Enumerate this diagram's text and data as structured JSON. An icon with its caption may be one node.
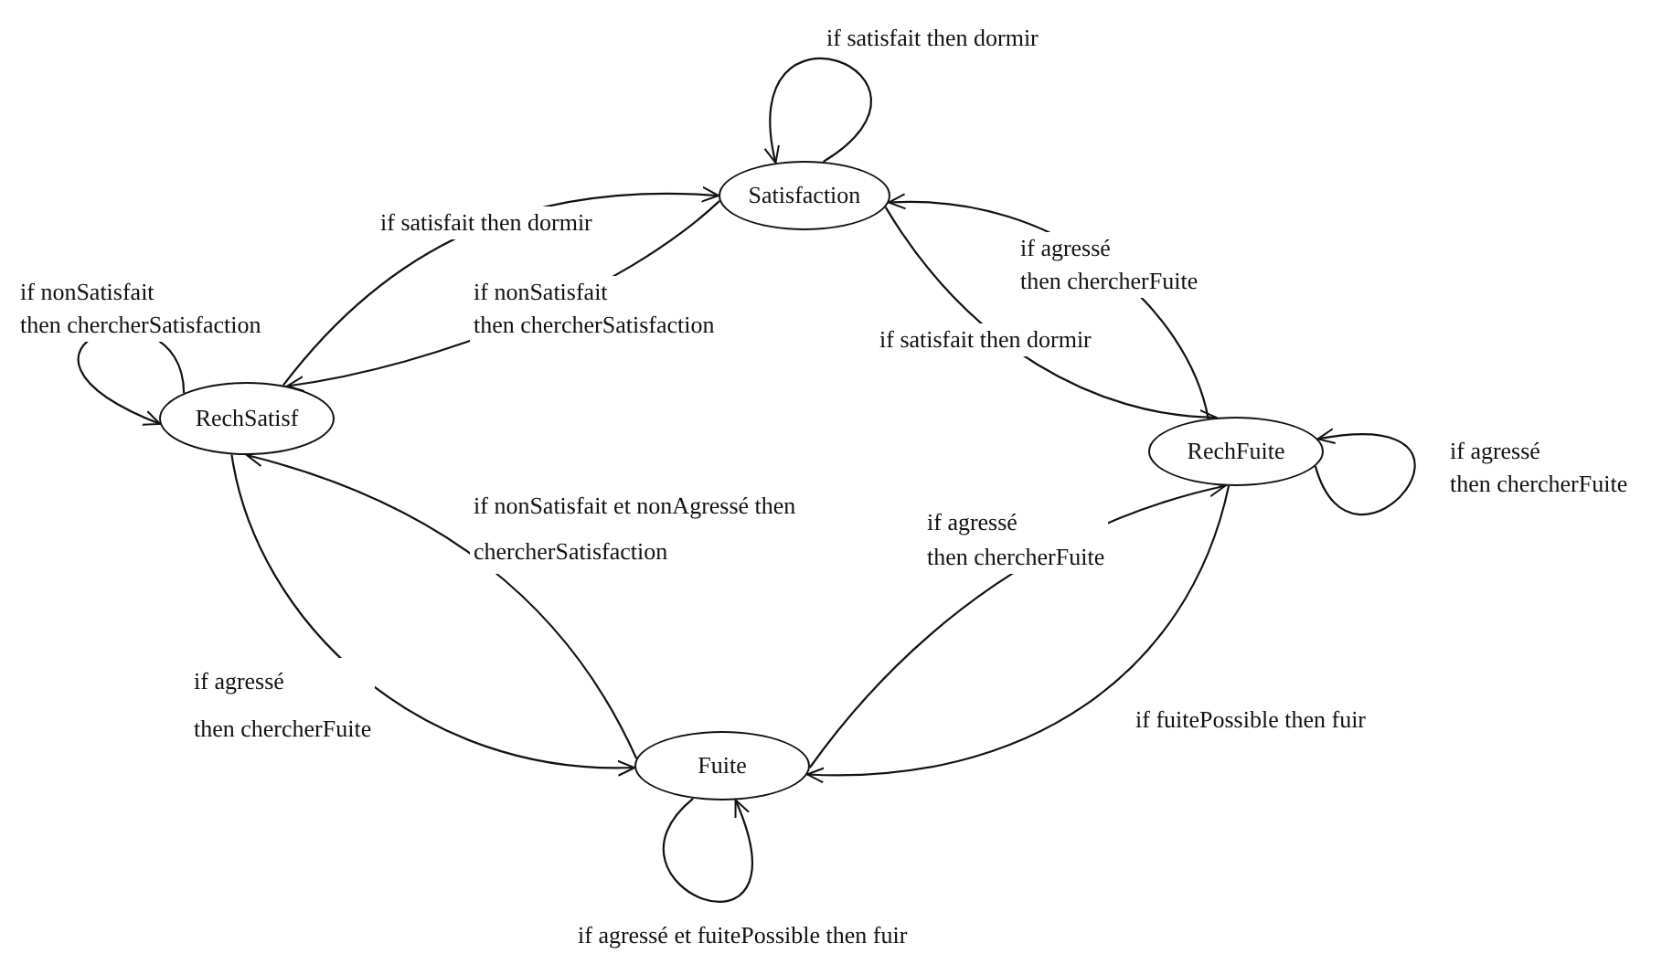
{
  "diagram": {
    "nodes": [
      {
        "text": [
          "Satisfaction"
        ]
      },
      {
        "text": [
          "RechSatisf"
        ]
      },
      {
        "text": [
          "RechFuite"
        ]
      },
      {
        "text": [
          "Fuite"
        ]
      }
    ],
    "edges": [
      {
        "from": 0,
        "to": 0,
        "arrow": "to",
        "label": "if satisfait then dormir"
      },
      {
        "from": 1,
        "to": 0,
        "arrow": "to",
        "label": "if satisfait then dormir"
      },
      {
        "from": 0,
        "to": 1,
        "arrow": "to",
        "label": "if nonSatisfait then chercherSatisfaction"
      },
      {
        "from": 1,
        "to": 1,
        "arrow": "to",
        "label": "if nonSatisfait then chercherSatisfaction"
      },
      {
        "from": 2,
        "to": 0,
        "arrow": "to",
        "label": "if agressé then chercherFuite"
      },
      {
        "from": 0,
        "to": 2,
        "arrow": "to",
        "label": "if satisfait then dormir"
      },
      {
        "from": 2,
        "to": 2,
        "arrow": "to",
        "label": "if agressé then chercherFuite"
      },
      {
        "from": 3,
        "to": 1,
        "arrow": "to",
        "label": "if nonSatisfait et nonAgressé then chercherSatisfaction"
      },
      {
        "from": 1,
        "to": 3,
        "arrow": "to",
        "label": "if agressé then chercherFuite"
      },
      {
        "from": 3,
        "to": 2,
        "arrow": "to",
        "label": "if agressé then chercherFuite"
      },
      {
        "from": 2,
        "to": 3,
        "arrow": "to",
        "label": "if fuitePossible then fuir"
      },
      {
        "from": 3,
        "to": 3,
        "arrow": "to",
        "label": "if agressé et fuitePossible then fuir"
      }
    ]
  }
}
